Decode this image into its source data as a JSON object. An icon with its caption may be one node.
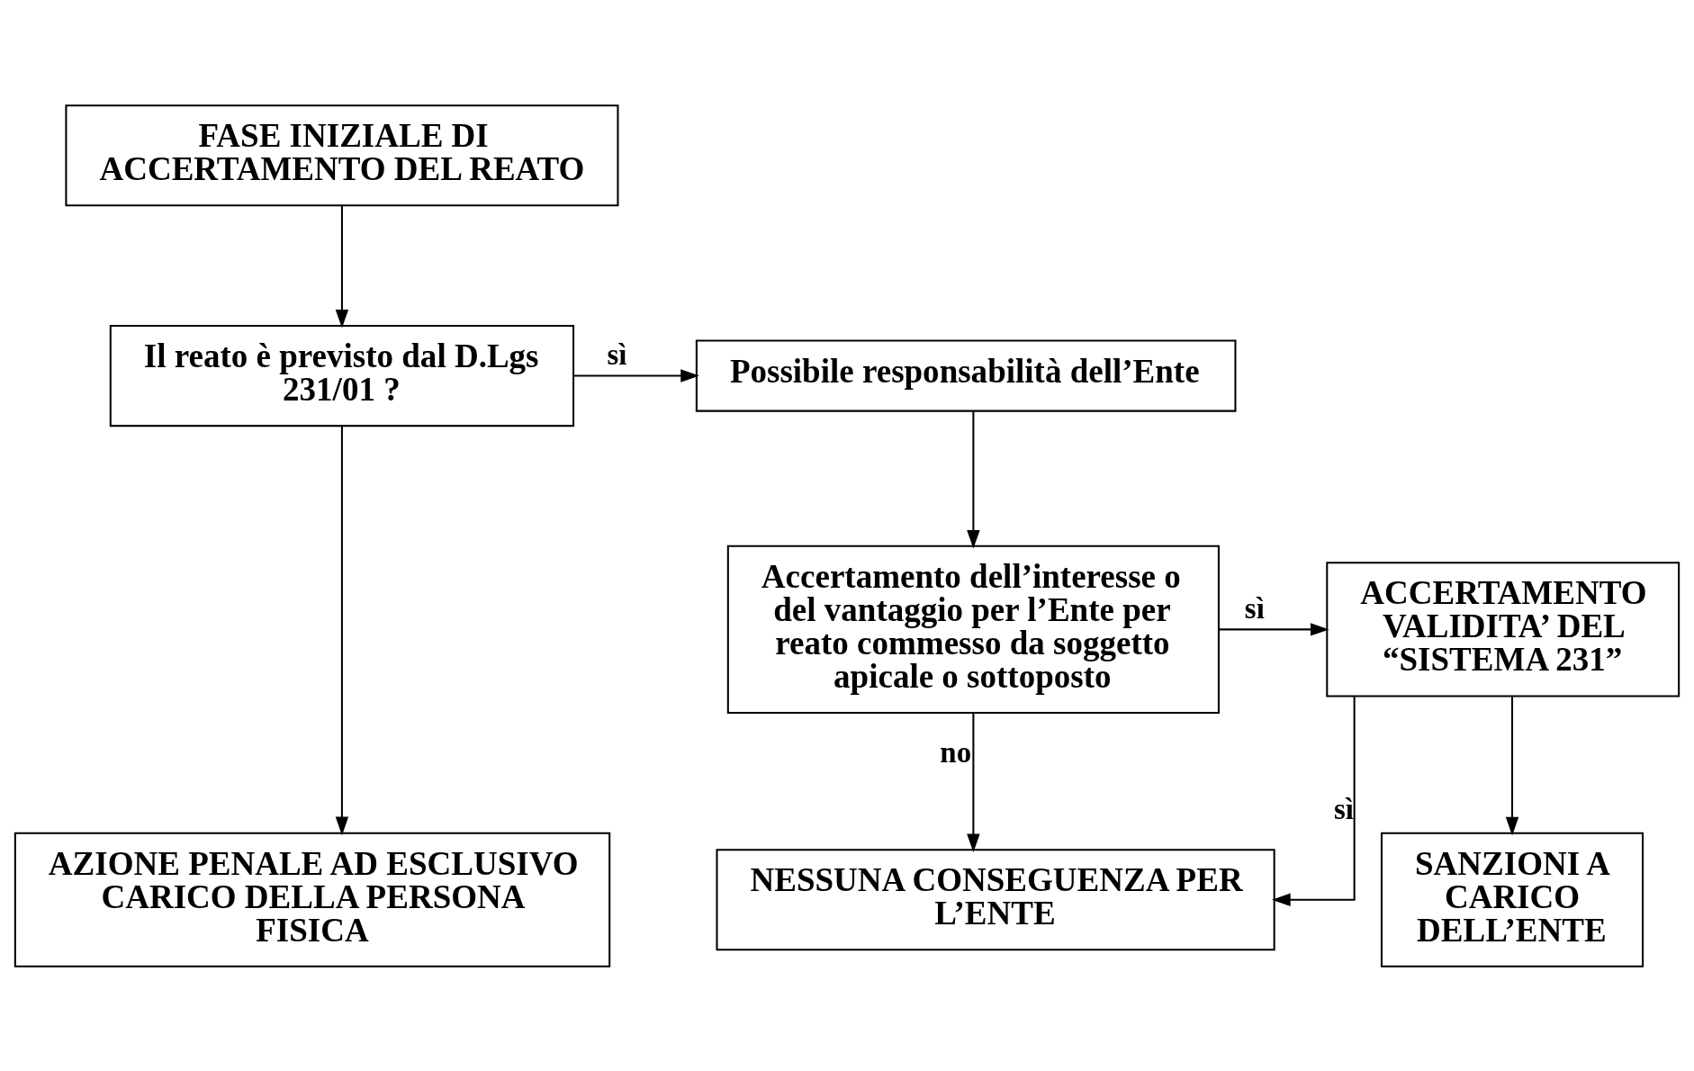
{
  "diagram": {
    "nodes": [
      {
        "text": [
          "FASE INIZIALE DI ACCERTAMENTO DEL REATO"
        ]
      },
      {
        "text": [
          "Il reato è previsto dal D.Lgs 231/01 ?"
        ]
      },
      {
        "text": [
          "Possibile responsabilità dell’Ente"
        ]
      },
      {
        "text": [
          "Accertamento dell’interesse o del vantaggio per l’Ente per reato commesso da soggetto apicale o sottoposto"
        ]
      },
      {
        "text": [
          "ACCERTAMENTO VALIDITA’ DEL “SISTEMA 231”"
        ]
      },
      {
        "text": [
          "AZIONE PENALE AD ESCLUSIVO CARICO DELLA PERSONA FISICA"
        ]
      },
      {
        "text": [
          "NESSUNA CONSEGUENZA PER L’ENTE"
        ]
      },
      {
        "text": [
          "SANZIONI A CARICO DELL’ENTE"
        ]
      }
    ],
    "edges": [
      {
        "from": 0,
        "to": 1,
        "arrow": "to"
      },
      {
        "from": 1,
        "to": 2,
        "arrow": "to",
        "label": "sì"
      },
      {
        "from": 1,
        "to": 5,
        "arrow": "to"
      },
      {
        "from": 2,
        "to": 3,
        "arrow": "to"
      },
      {
        "from": 3,
        "to": 4,
        "arrow": "to",
        "label": "sì"
      },
      {
        "from": 3,
        "to": 6,
        "arrow": "to",
        "label": "no"
      },
      {
        "from": 4,
        "to": 6,
        "arrow": "to",
        "label": "sì"
      },
      {
        "from": 4,
        "to": 7,
        "arrow": "to"
      }
    ]
  }
}
